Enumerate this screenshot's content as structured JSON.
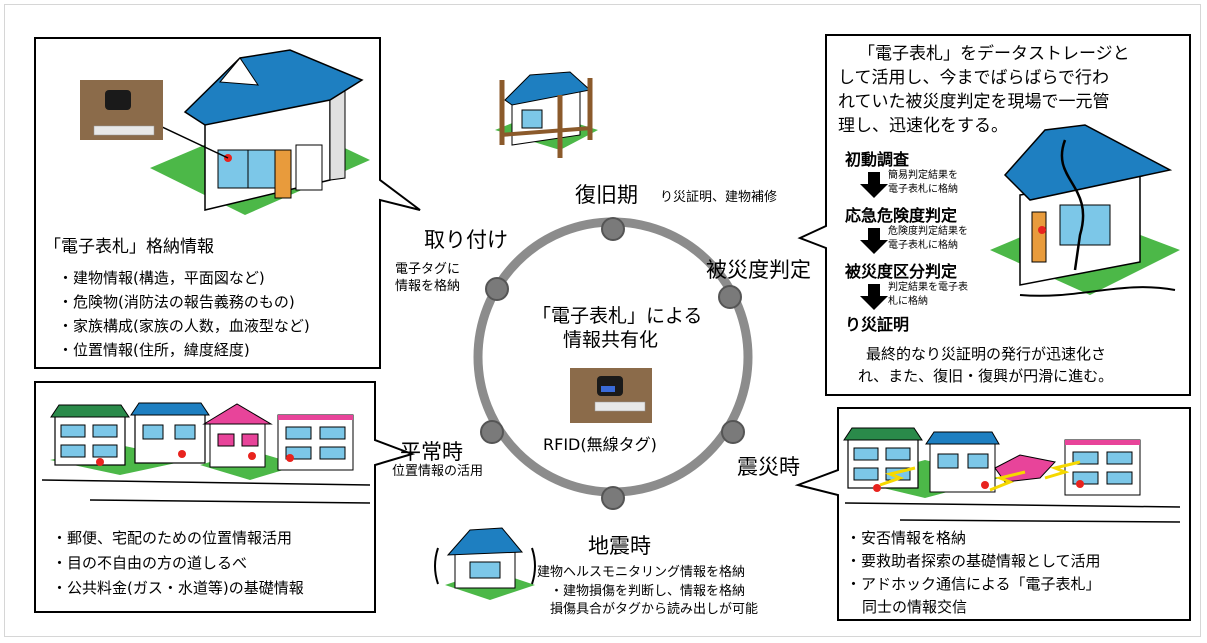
{
  "center": {
    "title_line1": "「電子表札」による",
    "title_line2": "情報共有化",
    "rfid_label": "RFID(無線タグ)"
  },
  "phases": {
    "fukkyuki": {
      "label": "復旧期",
      "note": "り災証明、建物補修"
    },
    "toritsuke": {
      "label": "取り付け",
      "note1": "電子タグに",
      "note2": "情報を格納"
    },
    "hisaido": {
      "label": "被災度判定"
    },
    "heijoji": {
      "label": "平常時",
      "note": "位置情報の活用"
    },
    "shinsaiji": {
      "label": "震災時"
    },
    "jishinji": {
      "label": "地震時",
      "note1": "建物ヘルスモニタリング情報を格納",
      "note2": "・建物損傷を判断し、情報を格納",
      "note3": "損傷具合がタグから読み出しが可能"
    }
  },
  "box_storage": {
    "title": "「電子表札」格納情報",
    "items": [
      "・建物情報(構造，平面図など)",
      "・危険物(消防法の報告義務のもの)",
      "・家族構成(家族の人数，血液型など)",
      "・位置情報(住所，緯度経度)"
    ]
  },
  "box_judgment": {
    "intro": [
      "「電子表札」をデータストレージと",
      "して活用し、今までばらばらで行わ",
      "れていた被災度判定を現場で一元管",
      "理し、迅速化をする。"
    ],
    "steps": [
      "初動調査",
      "応急危険度判定",
      "被災度区分判定",
      "り災証明"
    ],
    "notes": [
      [
        "簡易判定結果を",
        "電子表札に格納"
      ],
      [
        "危険度判定結果を",
        "電子表札に格納"
      ],
      [
        "判定結果を電子表",
        "札に格納"
      ]
    ],
    "conclusion": [
      "最終的なり災証明の発行が迅速化さ",
      "れ、また、復旧・復興が円滑に進む。"
    ]
  },
  "box_normal": {
    "items": [
      "・郵便、宅配のための位置情報活用",
      "・目の不自由の方の道しるべ",
      "・公共料金(ガス・水道等)の基礎情報"
    ]
  },
  "box_disaster": {
    "items": [
      "・安否情報を格納",
      "・要救助者探索の基礎情報として活用",
      "・アドホック通信による「電子表札」",
      "同士の情報交信"
    ]
  },
  "colors": {
    "roof": "#1e7fc1",
    "ground": "#4cb848",
    "ring": "#8c8c8c",
    "pink": "#e8449a",
    "door": "#e89b3c",
    "tag": "#e8231e"
  }
}
